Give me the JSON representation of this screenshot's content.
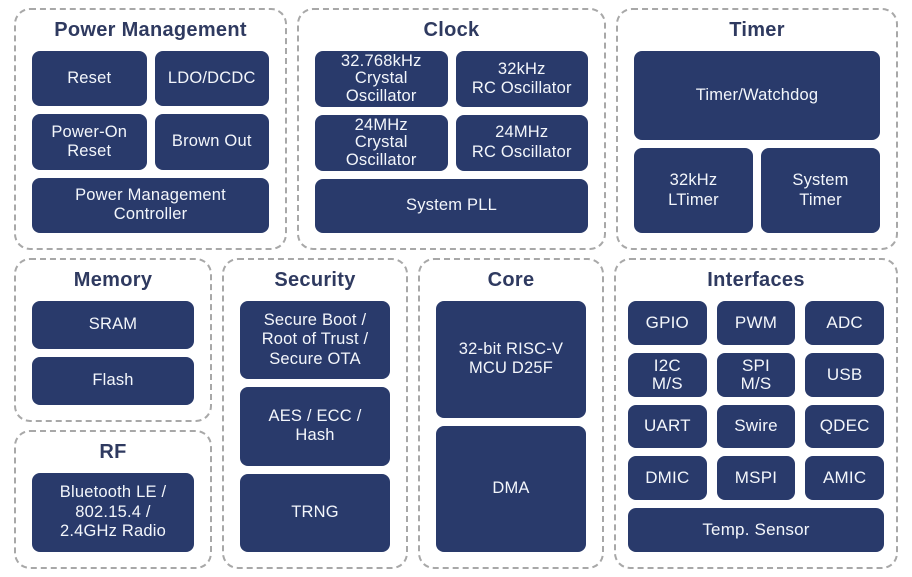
{
  "colors": {
    "block_fill": "#293a6b",
    "block_text": "#f3f6fb",
    "title_text": "#2f3a60",
    "panel_border": "#a8a8a8",
    "background": "#ffffff"
  },
  "sections": {
    "power": {
      "title": "Power Management",
      "blocks": {
        "reset": "Reset",
        "ldo": "LDO/DCDC",
        "por": "Power-On\nReset",
        "brownout": "Brown Out",
        "pmc": "Power Management\nController"
      }
    },
    "clock": {
      "title": "Clock",
      "blocks": {
        "xtal32k": "32.768kHz\nCrystal\nOscillator",
        "rc32k": "32kHz\nRC Oscillator",
        "xtal24m": "24MHz\nCrystal\nOscillator",
        "rc24m": "24MHz\nRC Oscillator",
        "pll": "System PLL"
      }
    },
    "timer": {
      "title": "Timer",
      "blocks": {
        "watchdog": "Timer/Watchdog",
        "ltimer": "32kHz\nLTimer",
        "systimer": "System\nTimer"
      }
    },
    "memory": {
      "title": "Memory",
      "blocks": {
        "sram": "SRAM",
        "flash": "Flash"
      }
    },
    "rf": {
      "title": "RF",
      "blocks": {
        "radio": "Bluetooth LE /\n802.15.4 /\n2.4GHz Radio"
      }
    },
    "security": {
      "title": "Security",
      "blocks": {
        "secure_boot": "Secure Boot /\nRoot of Trust /\nSecure OTA",
        "aes": "AES / ECC /\nHash",
        "trng": "TRNG"
      }
    },
    "core": {
      "title": "Core",
      "blocks": {
        "mcu": "32-bit RISC-V\nMCU D25F",
        "dma": "DMA"
      }
    },
    "interfaces": {
      "title": "Interfaces",
      "blocks": {
        "gpio": "GPIO",
        "pwm": "PWM",
        "adc": "ADC",
        "i2c": "I2C\nM/S",
        "spi": "SPI\nM/S",
        "usb": "USB",
        "uart": "UART",
        "swire": "Swire",
        "qdec": "QDEC",
        "dmic": "DMIC",
        "mspi": "MSPI",
        "amic": "AMIC",
        "temp_sensor": "Temp. Sensor"
      }
    }
  }
}
